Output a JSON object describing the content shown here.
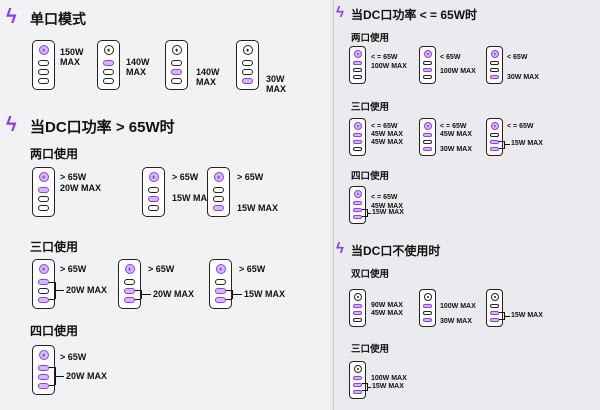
{
  "left": {
    "single_mode": {
      "title": "单口模式",
      "labels": [
        "150W\nMAX",
        "140W\nMAX",
        "140W\nMAX",
        "30W\nMAX"
      ]
    },
    "gt65": {
      "title": "当DC口功率 > 65W时",
      "two_port": {
        "title": "两口使用",
        "labels": [
          "> 65W",
          "20W MAX",
          "> 65W",
          "15W MAX",
          "> 65W",
          "15W MAX"
        ]
      },
      "three_port": {
        "title": "三口使用",
        "labels": [
          "> 65W",
          "20W MAX",
          "> 65W",
          "20W MAX",
          "> 65W",
          "15W MAX"
        ]
      },
      "four_port": {
        "title": "四口使用",
        "labels": [
          "> 65W",
          "20W MAX"
        ]
      }
    }
  },
  "right": {
    "le65": {
      "title": "当DC口功率 < = 65W时",
      "two_port": {
        "title": "两口使用",
        "labels": [
          "< = 65W",
          "100W MAX",
          "< 65W",
          "100W MAX",
          "< 65W",
          "30W MAX"
        ]
      },
      "three_port": {
        "title": "三口使用",
        "labels": [
          "< = 65W",
          "45W MAX",
          "45W MAX",
          "< = 65W",
          "45W MAX",
          "30W MAX",
          "< = 65W",
          "15W MAX"
        ]
      },
      "four_port": {
        "title": "四口使用",
        "labels": [
          "< = 65W",
          "45W MAX",
          "15W MAX"
        ]
      }
    },
    "no_dc": {
      "title": "当DC口不使用时",
      "dual_port": {
        "title": "双口使用",
        "labels": [
          "90W MAX",
          "45W MAX",
          "100W MAX",
          "30W MAX",
          "15W MAX"
        ]
      },
      "three_port": {
        "title": "三口使用",
        "labels": [
          "100W MAX",
          "15W MAX"
        ]
      }
    }
  },
  "colors": {
    "accent": "#8d3df5",
    "active_port": "#d9b7ff",
    "left_bg": "#f2f2f5",
    "right_bg": "#eaeaef"
  },
  "icons": {
    "bolt": "lightning-bolt-icon",
    "dc_port": "dc-port-icon",
    "usb_c_port": "usb-c-port-icon"
  }
}
